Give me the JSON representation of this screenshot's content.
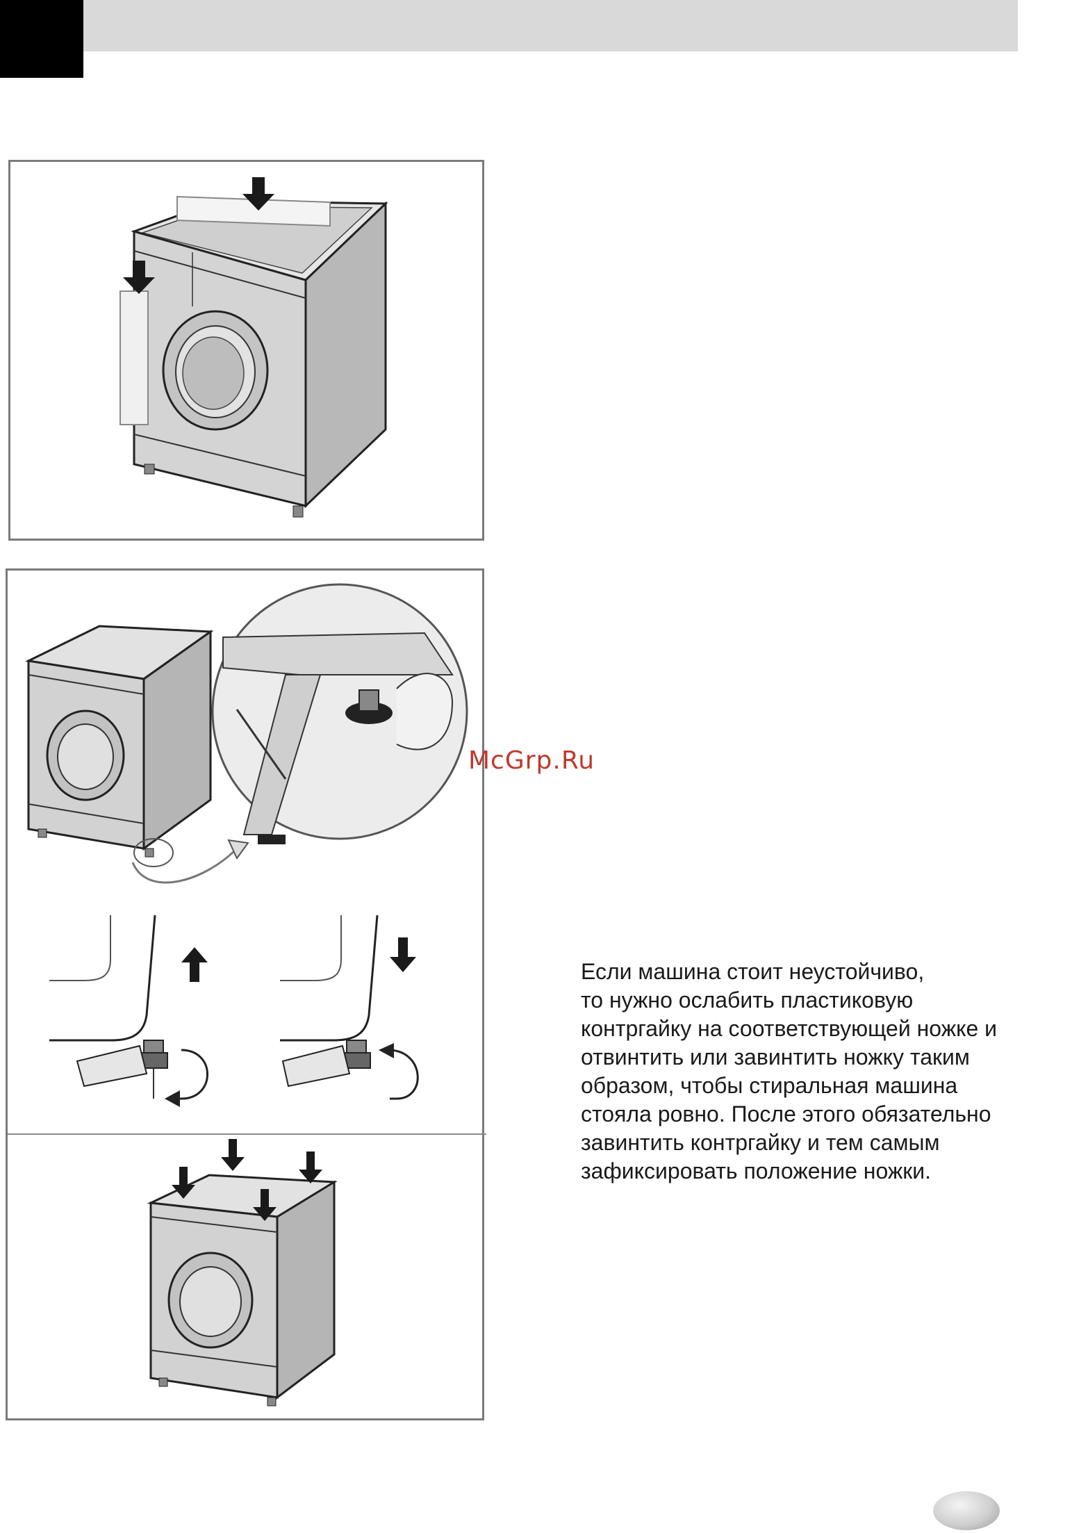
{
  "watermark": "McGrp.Ru",
  "instructions": {
    "lines": [
      "Если машина стоит неустойчиво,",
      "то нужно ослабить пластиковую",
      "контргайку на соответствующей ножке и",
      "отвинтить или завинтить ножку таким",
      "образом, чтобы стиральная машина",
      "стояла ровно. После этого обязательно",
      "завинтить контргайку и тем самым",
      "зафиксировать положение ножки."
    ]
  },
  "illustrations": {
    "items": [
      "washing-machine-transport-bolts",
      "washing-machine-adjustable-foot-detail",
      "foot-raise-adjustment",
      "foot-lower-adjustment",
      "washing-machine-level-check"
    ]
  }
}
